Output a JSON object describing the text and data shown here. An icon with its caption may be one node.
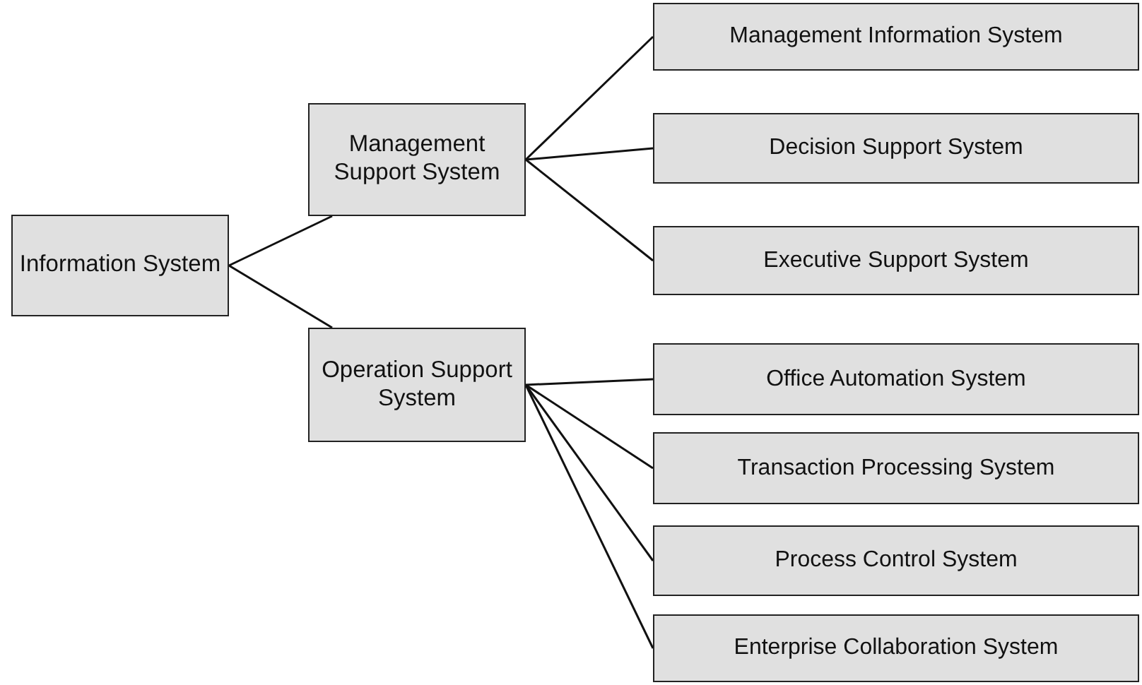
{
  "diagram": {
    "nodes": [
      {
        "text": [
          "Information System"
        ]
      },
      {
        "text": [
          "Management Support System"
        ]
      },
      {
        "text": [
          "Operation Support System"
        ]
      },
      {
        "text": [
          "Management Information System"
        ]
      },
      {
        "text": [
          "Decision Support System"
        ]
      },
      {
        "text": [
          "Executive Support System"
        ]
      },
      {
        "text": [
          "Office Automation System"
        ]
      },
      {
        "text": [
          "Transaction Processing System"
        ]
      },
      {
        "text": [
          "Process Control System"
        ]
      },
      {
        "text": [
          "Enterprise Collaboration System"
        ]
      }
    ],
    "edges": [
      {
        "from": 0,
        "to": 1,
        "arrow": "none"
      },
      {
        "from": 0,
        "to": 2,
        "arrow": "none"
      },
      {
        "from": 1,
        "to": 3,
        "arrow": "none"
      },
      {
        "from": 1,
        "to": 4,
        "arrow": "none"
      },
      {
        "from": 1,
        "to": 5,
        "arrow": "none"
      },
      {
        "from": 2,
        "to": 6,
        "arrow": "none"
      },
      {
        "from": 2,
        "to": 7,
        "arrow": "none"
      },
      {
        "from": 2,
        "to": 8,
        "arrow": "none"
      },
      {
        "from": 2,
        "to": 9,
        "arrow": "none"
      }
    ]
  }
}
